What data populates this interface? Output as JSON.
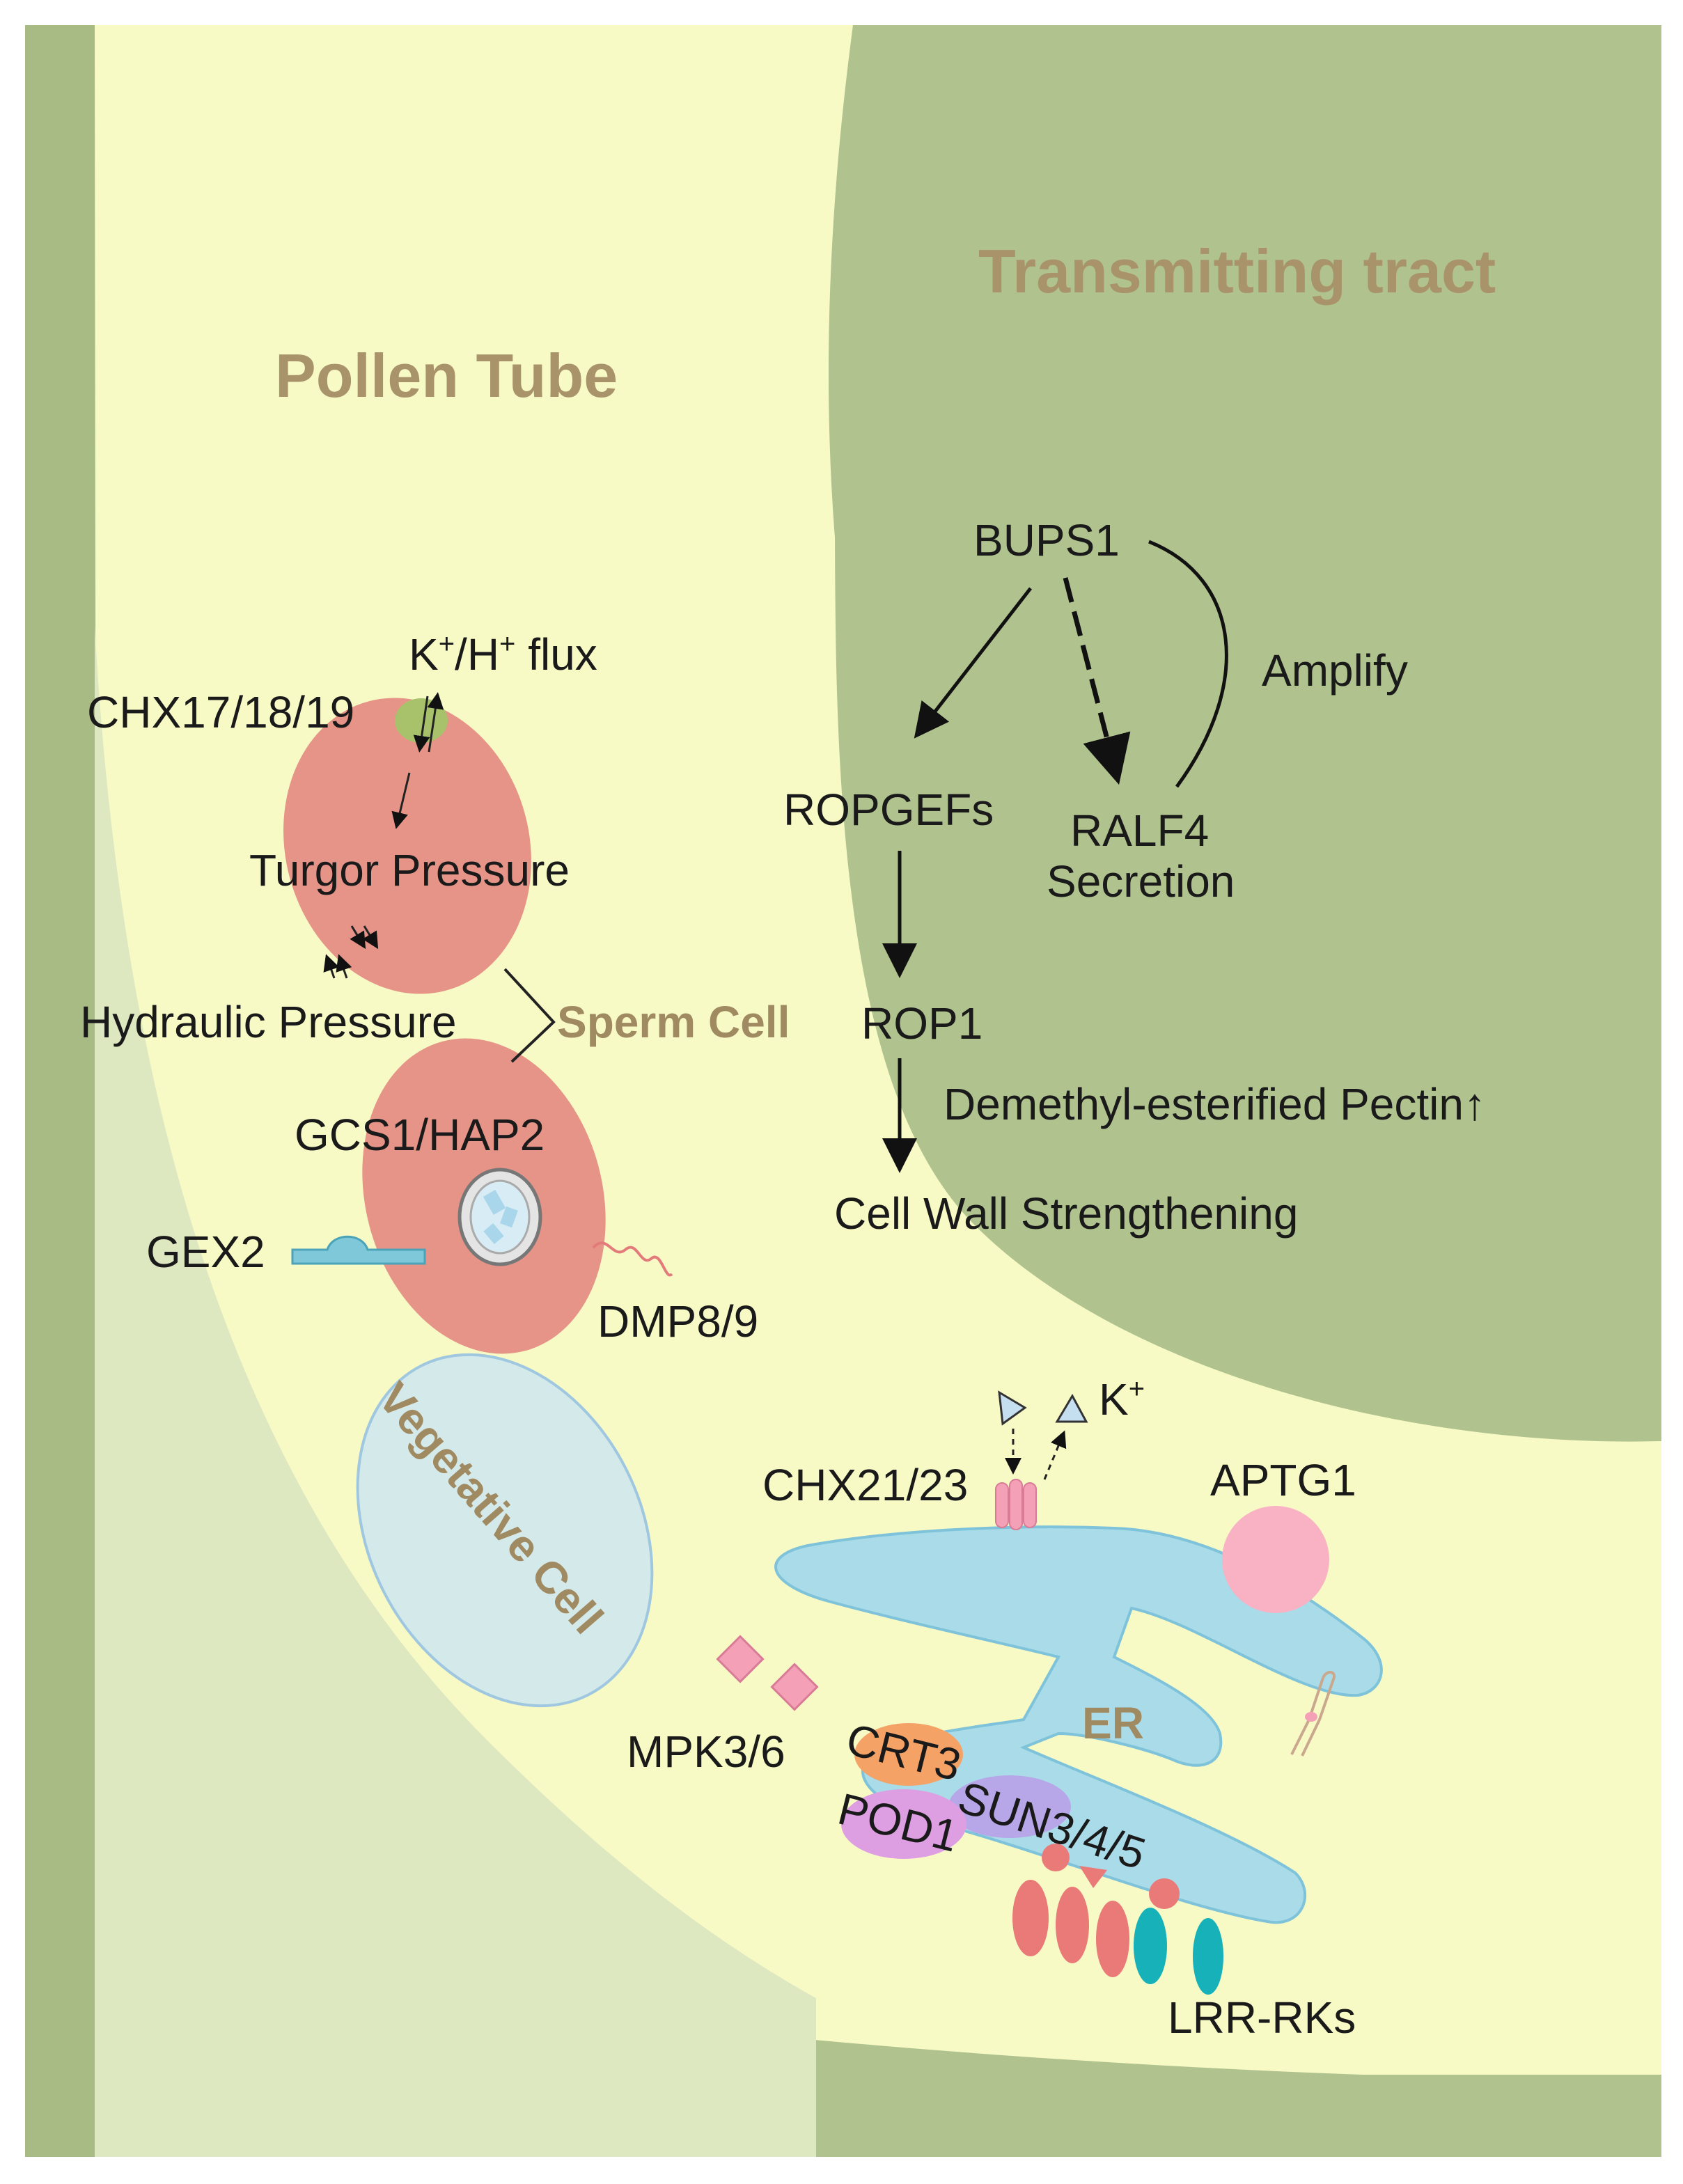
{
  "titles": {
    "pollen_tube": "Pollen Tube",
    "transmitting_tract": "Transmitting tract",
    "sperm_cell": "Sperm Cell",
    "vegetative_cell": "Vegetative Cell",
    "er": "ER"
  },
  "labels": {
    "k_h_flux_base": "K",
    "k_h_flux_sup1": "+",
    "k_h_flux_mid": "/H",
    "k_h_flux_sup2": "+",
    "k_h_flux_tail": " flux",
    "chx17": "CHX17/18/19",
    "turgor": "Turgor Pressure",
    "hydraulic": "Hydraulic Pressure",
    "gcs1": "GCS1/HAP2",
    "gex2": "GEX2",
    "dmp": "DMP8/9",
    "bups1": "BUPS1",
    "amplify": "Amplify",
    "ropgefs": "ROPGEFs",
    "ralf4": "RALF4",
    "secretion": "Secretion",
    "rop1": "ROP1",
    "pectin": "Demethyl-esterified Pectin↑",
    "wall": "Cell Wall Strengthening",
    "k_plus_base": "K",
    "k_plus_sup": "+",
    "chx21": "CHX21/23",
    "aptg1": "APTG1",
    "mpk": "MPK3/6",
    "crt3": "CRT3",
    "sun": "SUN3/4/5",
    "pod1": "POD1",
    "lrr": "LRR-RKs"
  },
  "colors": {
    "background_green": "#b0c38e",
    "pollen_tube_cytoplasm": "#f8fac6",
    "pollen_tube_lower_shade": "#dde7c0",
    "sperm_cell": "#e69487",
    "vegetative_cell": "#d4e9ea",
    "er": "#a9dbe8",
    "title_brown": "#a8936a",
    "cell_label_brown": "#a08a62"
  }
}
